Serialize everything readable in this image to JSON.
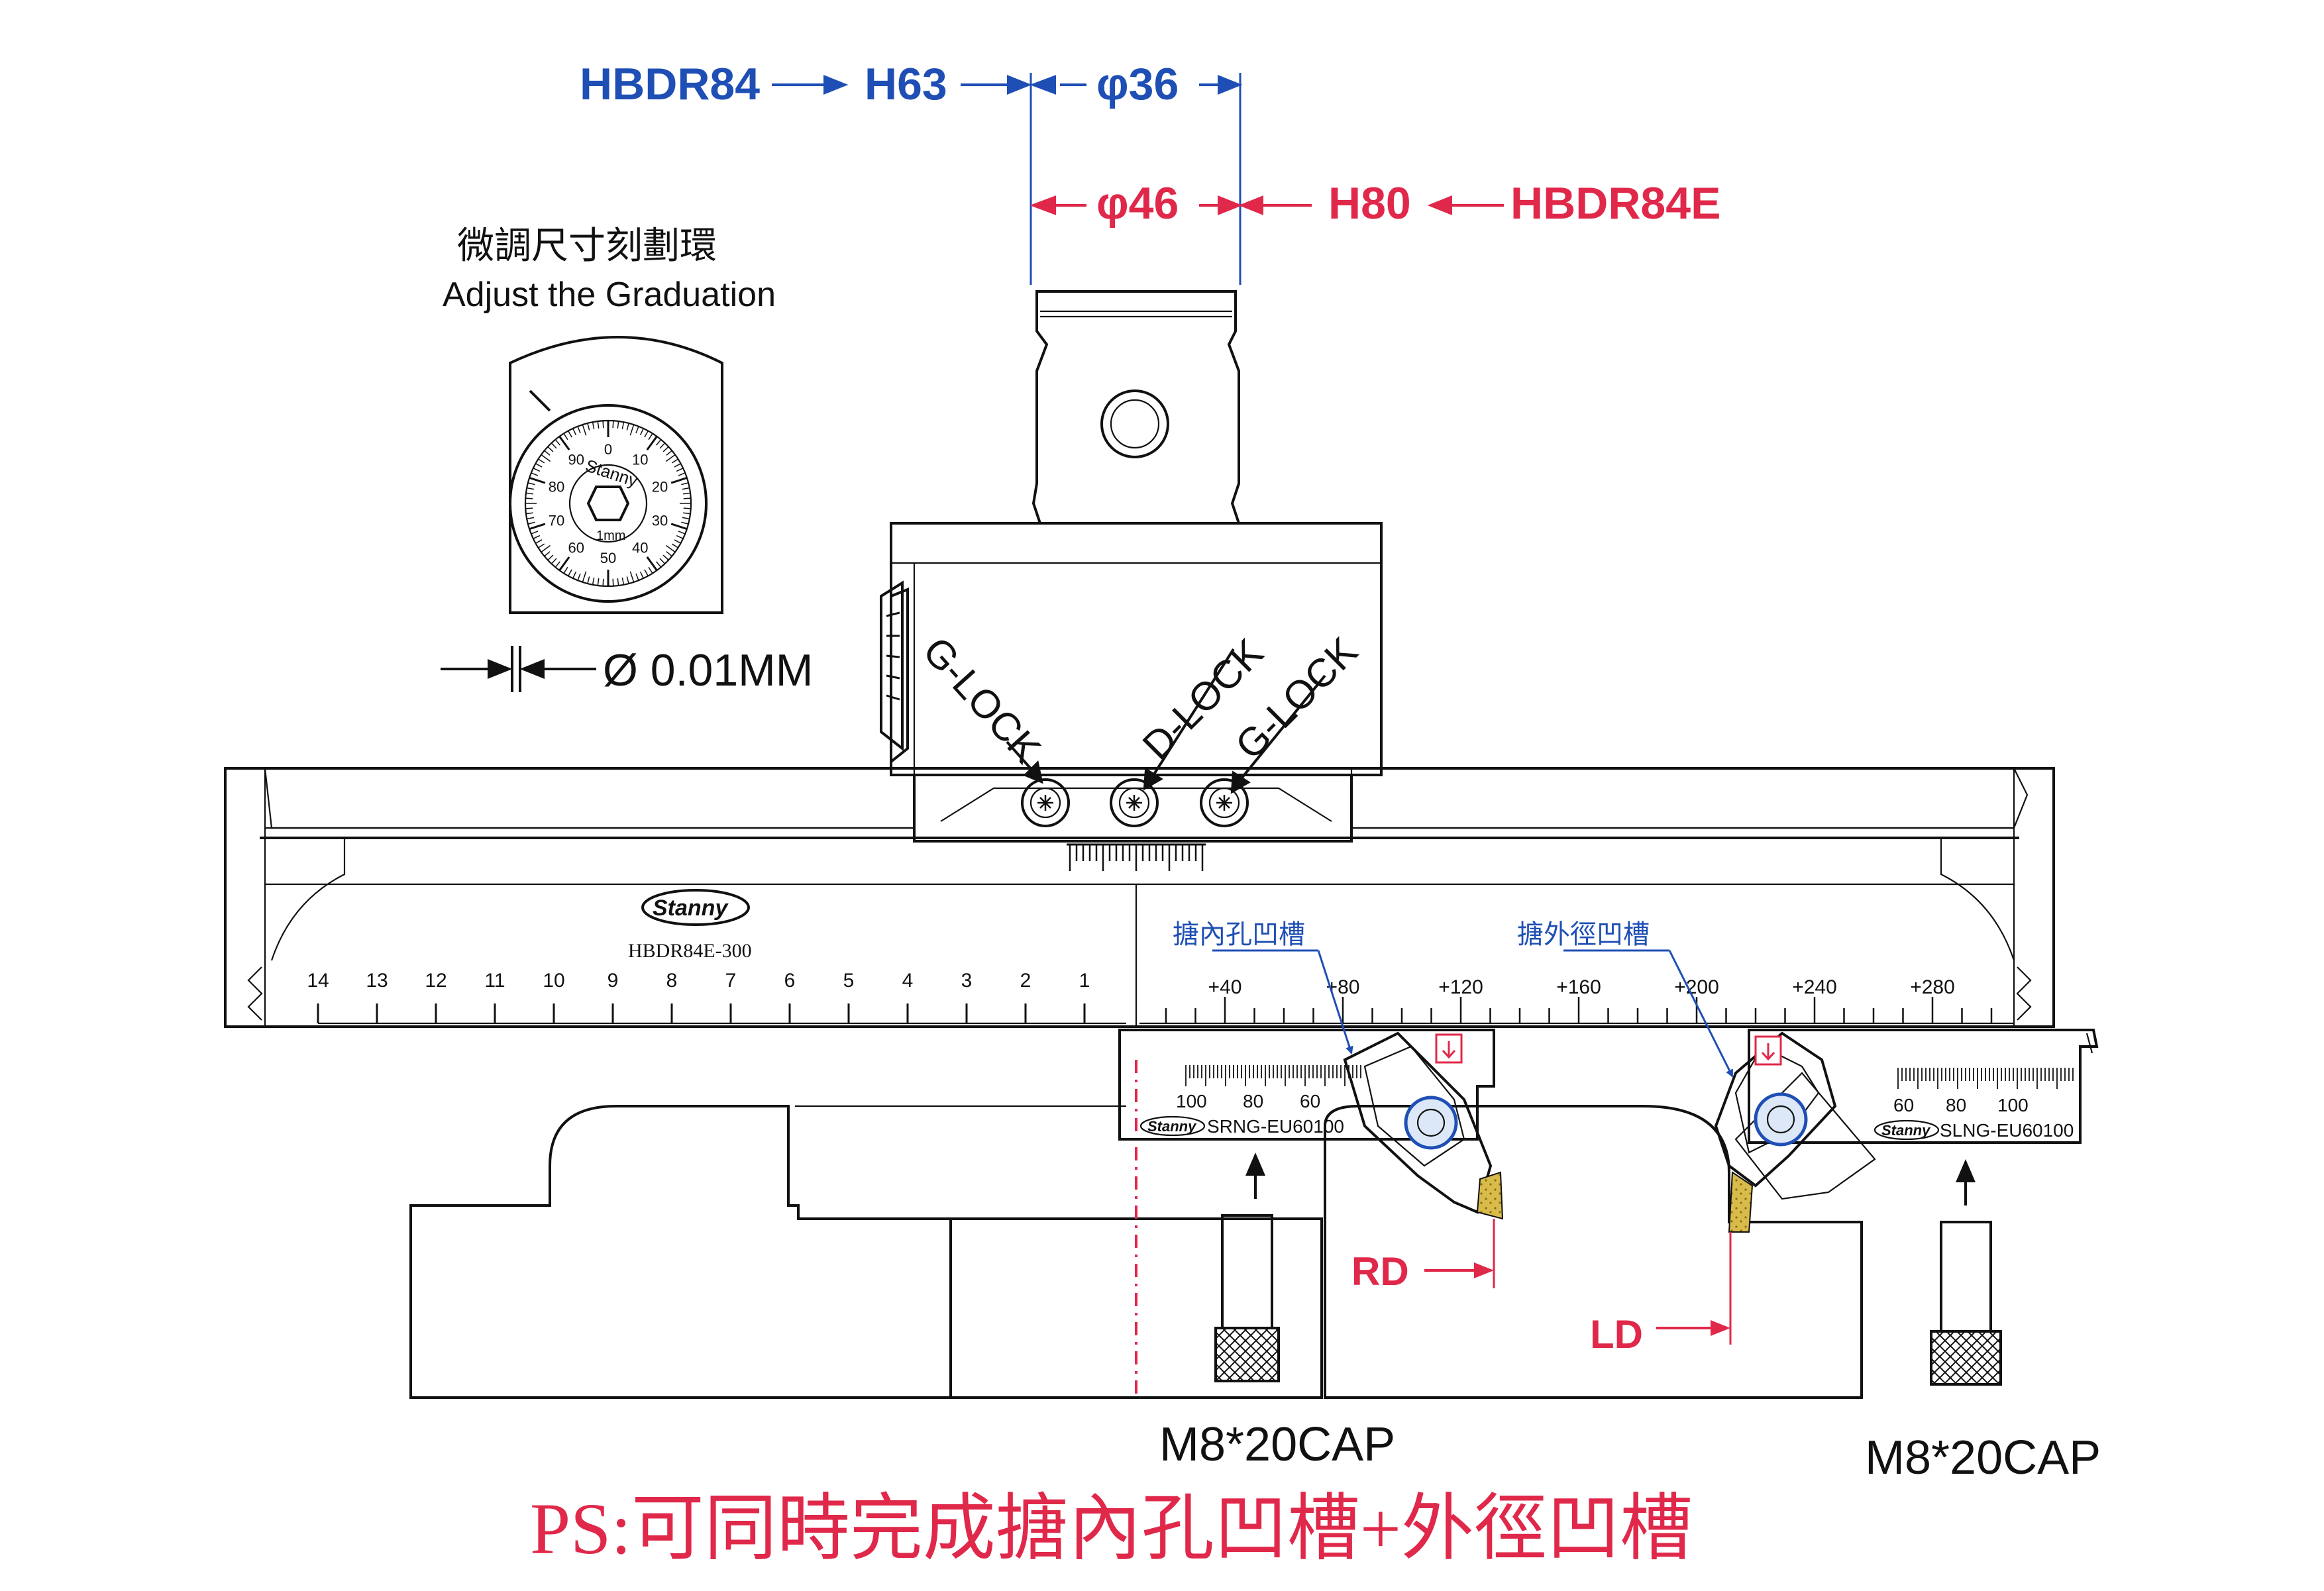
{
  "colors": {
    "blue": "#1f4fb5",
    "red": "#e0284a",
    "ink": "#111111",
    "yellow": "#c9a42e"
  },
  "dimensions": {
    "top_left_model": "HBDR84",
    "top_left_shank": "H63",
    "top_dia": "φ36",
    "bottom_dia": "φ46",
    "bottom_shank": "H80",
    "bottom_model": "HBDR84E"
  },
  "graduation": {
    "title_cn": "微調尺寸刻劃環",
    "title_en": "Adjust the Graduation",
    "precision": "Ø 0.01MM",
    "dial_brand": "Stanny",
    "dial_unit": "1mm",
    "dial_numbers": [
      "0",
      "10",
      "20",
      "30",
      "40",
      "50",
      "60",
      "70",
      "80",
      "90"
    ]
  },
  "locks": {
    "left": "G-LOCK",
    "center": "D-LOCK",
    "right": "G-LOCK"
  },
  "scale": {
    "brand": "Stanny",
    "model": "HBDR84E-300",
    "left_ticks": [
      "14",
      "13",
      "12",
      "11",
      "10",
      "9",
      "8",
      "7",
      "6",
      "5",
      "4",
      "3",
      "2",
      "1"
    ],
    "right_ticks": [
      "+40",
      "+80",
      "+120",
      "+160",
      "+200",
      "+240",
      "+280"
    ]
  },
  "holders": {
    "left": {
      "label_cn": "搪內孔凹槽",
      "numbers": [
        "100",
        "80",
        "60"
      ],
      "model": "SRNG-EU60100",
      "brand": "Stanny"
    },
    "right": {
      "label_cn": "搪外徑凹槽",
      "numbers": [
        "60",
        "80",
        "100"
      ],
      "model": "SLNG-EU60100",
      "brand": "Stanny"
    }
  },
  "markers": {
    "rd": "RD",
    "ld": "LD"
  },
  "screws": {
    "left": "M8*20CAP",
    "right": "M8*20CAP"
  },
  "footer": "PS:可同時完成搪內孔凹槽+外徑凹槽"
}
